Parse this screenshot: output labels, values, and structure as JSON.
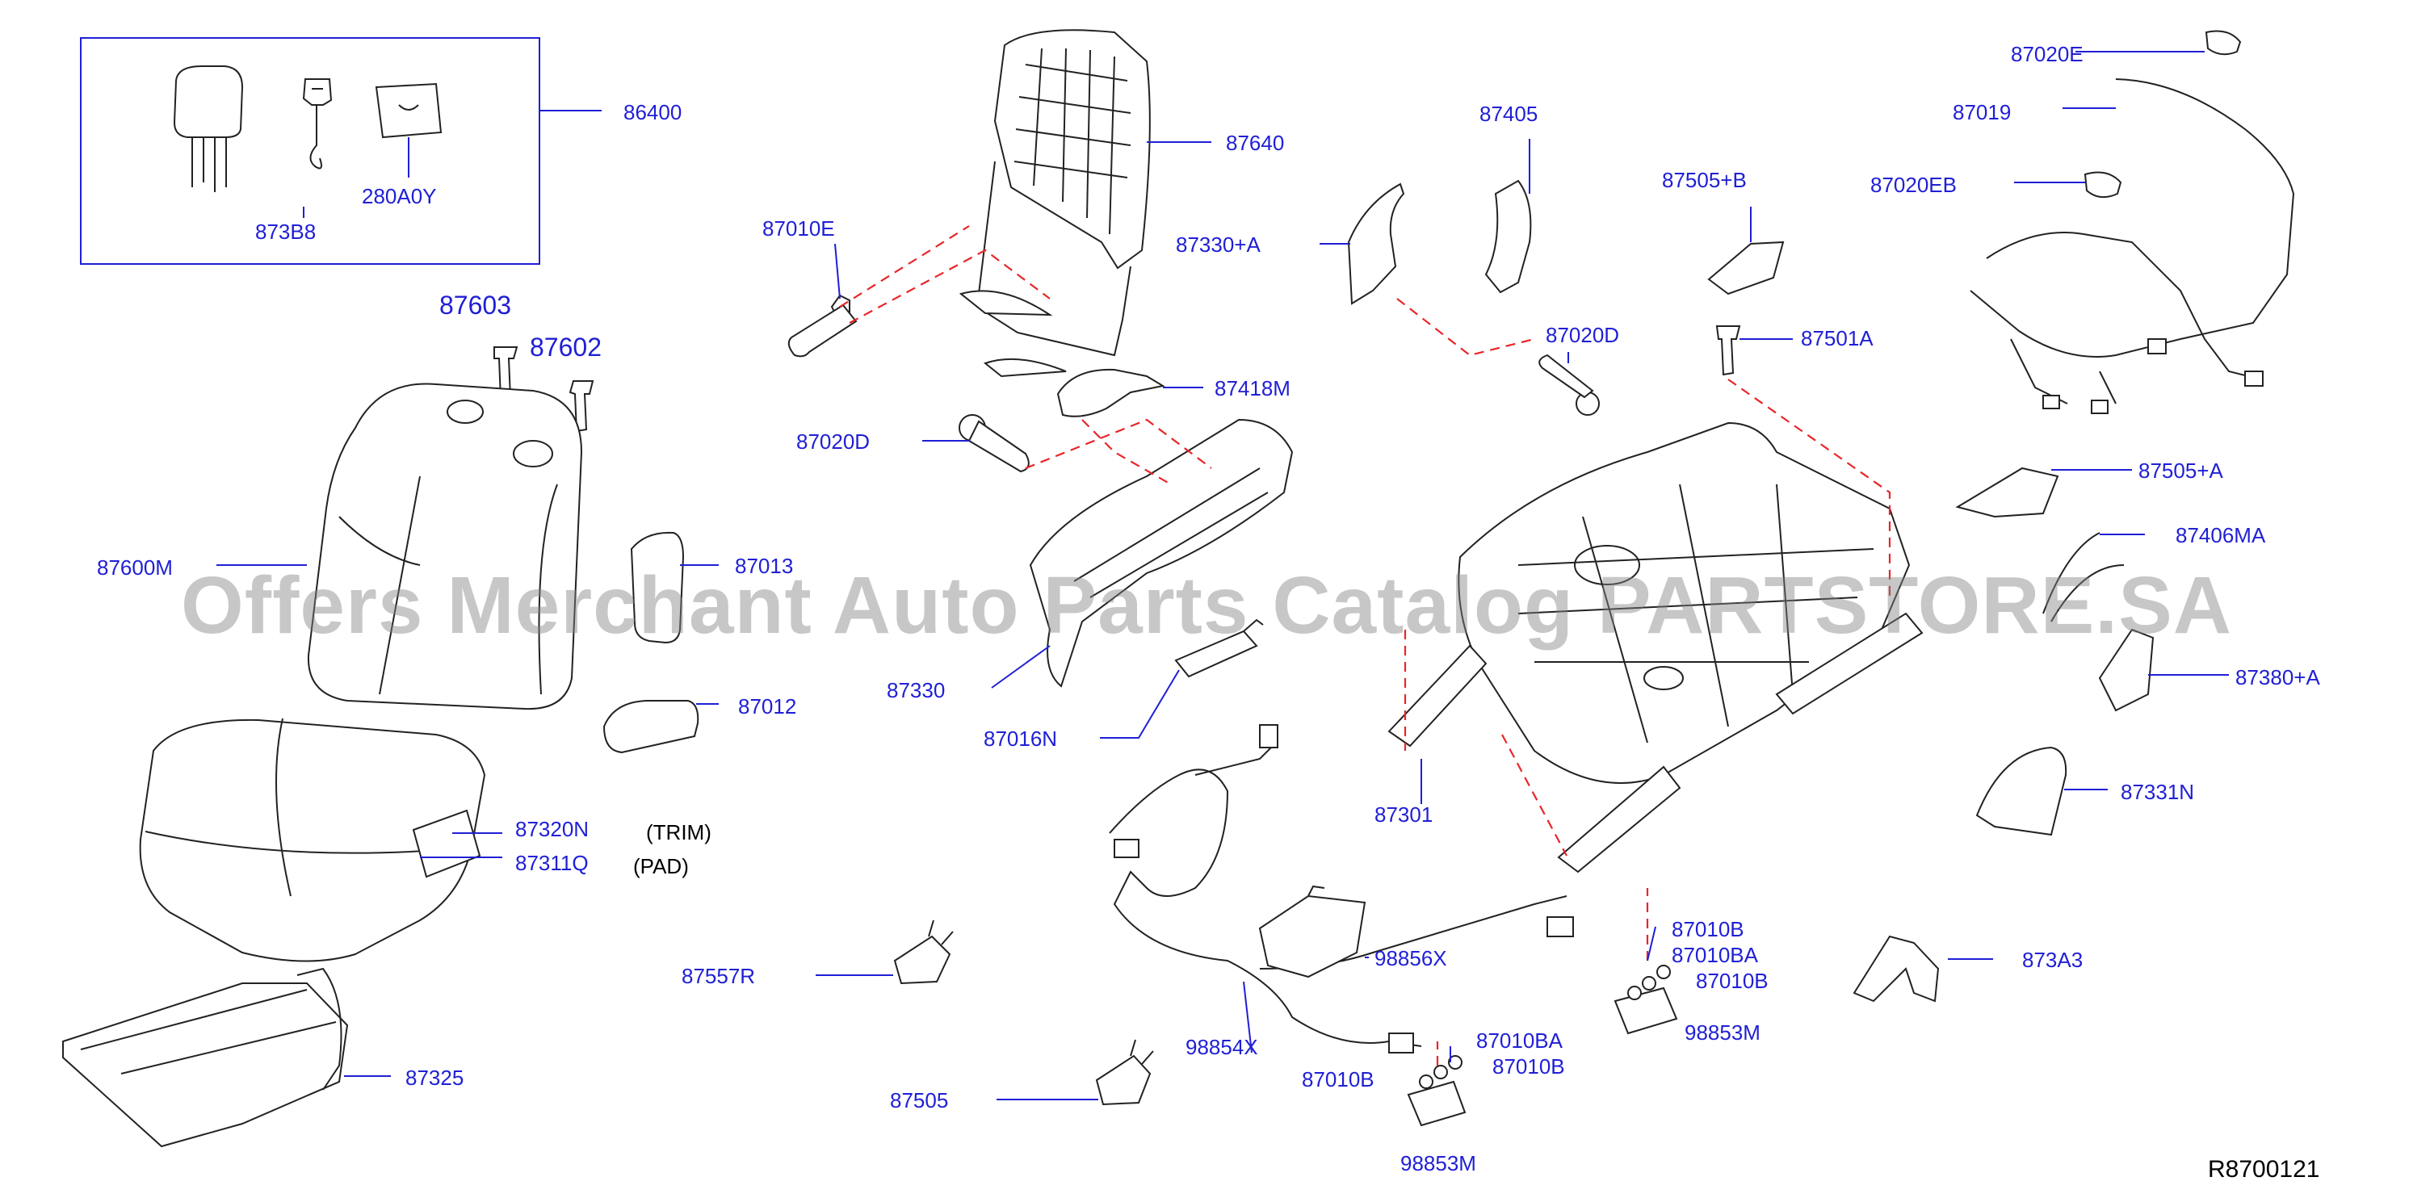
{
  "diagram": {
    "watermark": "Offers Merchant Auto Parts Catalog PARTSTORE.SA",
    "reference_code": "R8700121",
    "colors": {
      "label": "#1f1fd6",
      "leader": "#1f1fd6",
      "outline": "#222222",
      "dashed_link": "#e8262a",
      "watermark": "#828282"
    },
    "labels": {
      "p86400": "86400",
      "p873B8": "873B8",
      "p280A0Y": "280A0Y",
      "p87603": "87603",
      "p87602": "87602",
      "p87600M": "87600M",
      "p87013": "87013",
      "p87012": "87012",
      "p87320N": "87320N",
      "p87311Q": "87311Q",
      "p87557R": "87557R",
      "p87325": "87325",
      "p87640": "87640",
      "p87010E": "87010E",
      "p87418M": "87418M",
      "p87020D_a": "87020D",
      "p87330": "87330",
      "p87016N": "87016N",
      "p87505": "87505",
      "p98854X": "98854X",
      "p98856X": "98856X",
      "p87330A": "87330+A",
      "p87405": "87405",
      "p87020D_b": "87020D",
      "p87505B": "87505+B",
      "p87501A": "87501A",
      "p87301": "87301",
      "p87010B_a": "87010B",
      "p87010BA_a": "87010BA",
      "p87010B_b": "87010B",
      "p98853M_a": "98853M",
      "p87010B_c": "87010B",
      "p87010BA_b": "87010BA",
      "p87010B_d": "87010B",
      "p98853M_b": "98853M",
      "p873A3": "873A3",
      "p87020E": "87020E",
      "p87019": "87019",
      "p87020EB": "87020EB",
      "p87505A": "87505+A",
      "p87406MA": "87406MA",
      "p87380A": "87380+A",
      "p87331N": "87331N"
    },
    "notes": {
      "trim": "(TRIM)",
      "pad": "(PAD)"
    }
  }
}
